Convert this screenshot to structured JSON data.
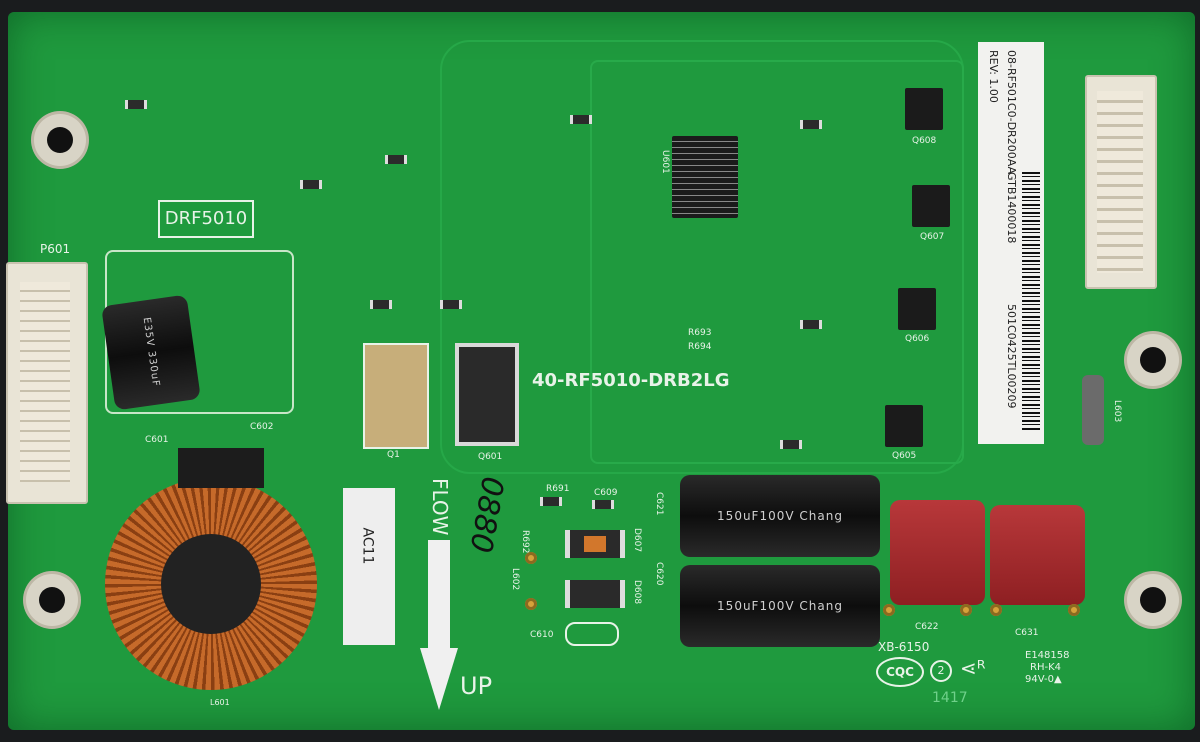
{
  "board": {
    "model_label": "DRF5010",
    "part_number": "40-RF5010-DRB2LG",
    "flow_label": "FLOW",
    "up_label": "UP",
    "handwritten": "0880",
    "ac_sticker": "AC11",
    "colors": {
      "pcb": "#1f9a3e",
      "silkscreen": "#e8f3e8",
      "background": "#1a1c1e"
    }
  },
  "sticker": {
    "rev": "REV: 1.00",
    "code": "08-RF501C0-DR200AA",
    "serial1": "GTB1400018",
    "serial2": "501C0425TL00209"
  },
  "designators": {
    "connector_left": "P601",
    "cap_c601": "C601",
    "cap_c602": "C602",
    "q1": "Q1",
    "q601": "Q601",
    "inductor": "L601",
    "ic": "U601",
    "c622": "C622",
    "c631": "C631",
    "c610": "C610",
    "l602": "L602",
    "r691": "R691",
    "c609": "C609",
    "r692": "R692",
    "d607": "D607",
    "d608": "D608",
    "c621": "C621",
    "c620": "C620",
    "r693": "R693",
    "r694": "R694",
    "q605": "Q605",
    "q606": "Q606",
    "q607": "Q607",
    "q608": "Q608",
    "l603": "L603"
  },
  "markings": {
    "board_code": "XB-6150",
    "cqc": "CQC",
    "circle_num": "2",
    "ul_file": "E148158",
    "ul_type": "RH-K4",
    "flammability": "94V-0▲",
    "date_code": "1417"
  },
  "capacitors": {
    "small_ecap": "E35V 330uF",
    "big_ecap": "150uF100V Chang"
  }
}
